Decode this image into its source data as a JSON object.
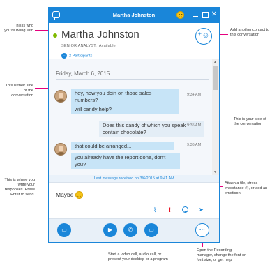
{
  "window": {
    "title": "Martha Johnston"
  },
  "contact": {
    "name": "Martha Johnston",
    "title": "SENIOR ANALYST,",
    "availability": "Available",
    "participants": "2 Participants",
    "presence_color": "#7fba00"
  },
  "history": {
    "date": "Friday, March 6, 2015",
    "messages": [
      {
        "line1": "hey, how you doin on those sales",
        "line2": "numbers?",
        "line3": "will candy help?",
        "time": "9:34 AM"
      },
      {
        "line1": "Does this candy of which you speak",
        "line2": "contain chocolate?",
        "time": "9:35 AM"
      },
      {
        "line1": "that could be arranged...",
        "line2": "you already have the report done, don't",
        "line3": "you?",
        "time": "9:36 AM"
      }
    ],
    "last_received": "Last message received on 3/6/2015 at 9:41 AM."
  },
  "compose": {
    "text": "Maybe",
    "emoji_icon": "smiley-emoji-icon",
    "tools": {
      "importance": "!"
    }
  },
  "annotations": {
    "who": "This is who you're IMing with",
    "their_side": "This is their side of the conversation",
    "write": "This is where you write your responses. Press Enter to send.",
    "add_contact": "Add another contact to this conversation",
    "your_side": "This is your side of the conversation",
    "attach": "Attach a file, stress importance (!), or add an emoticon",
    "start_call": "Start a video call, audio call, or present your desktop or a program",
    "more": "Open the Recording manager, change the font or font size, or get help"
  },
  "colors": {
    "accent": "#1a86d9",
    "callout": "#e6007e",
    "their_bubble": "#c7e4f7",
    "my_bubble": "#e3edf6",
    "importance": "#e81123"
  }
}
